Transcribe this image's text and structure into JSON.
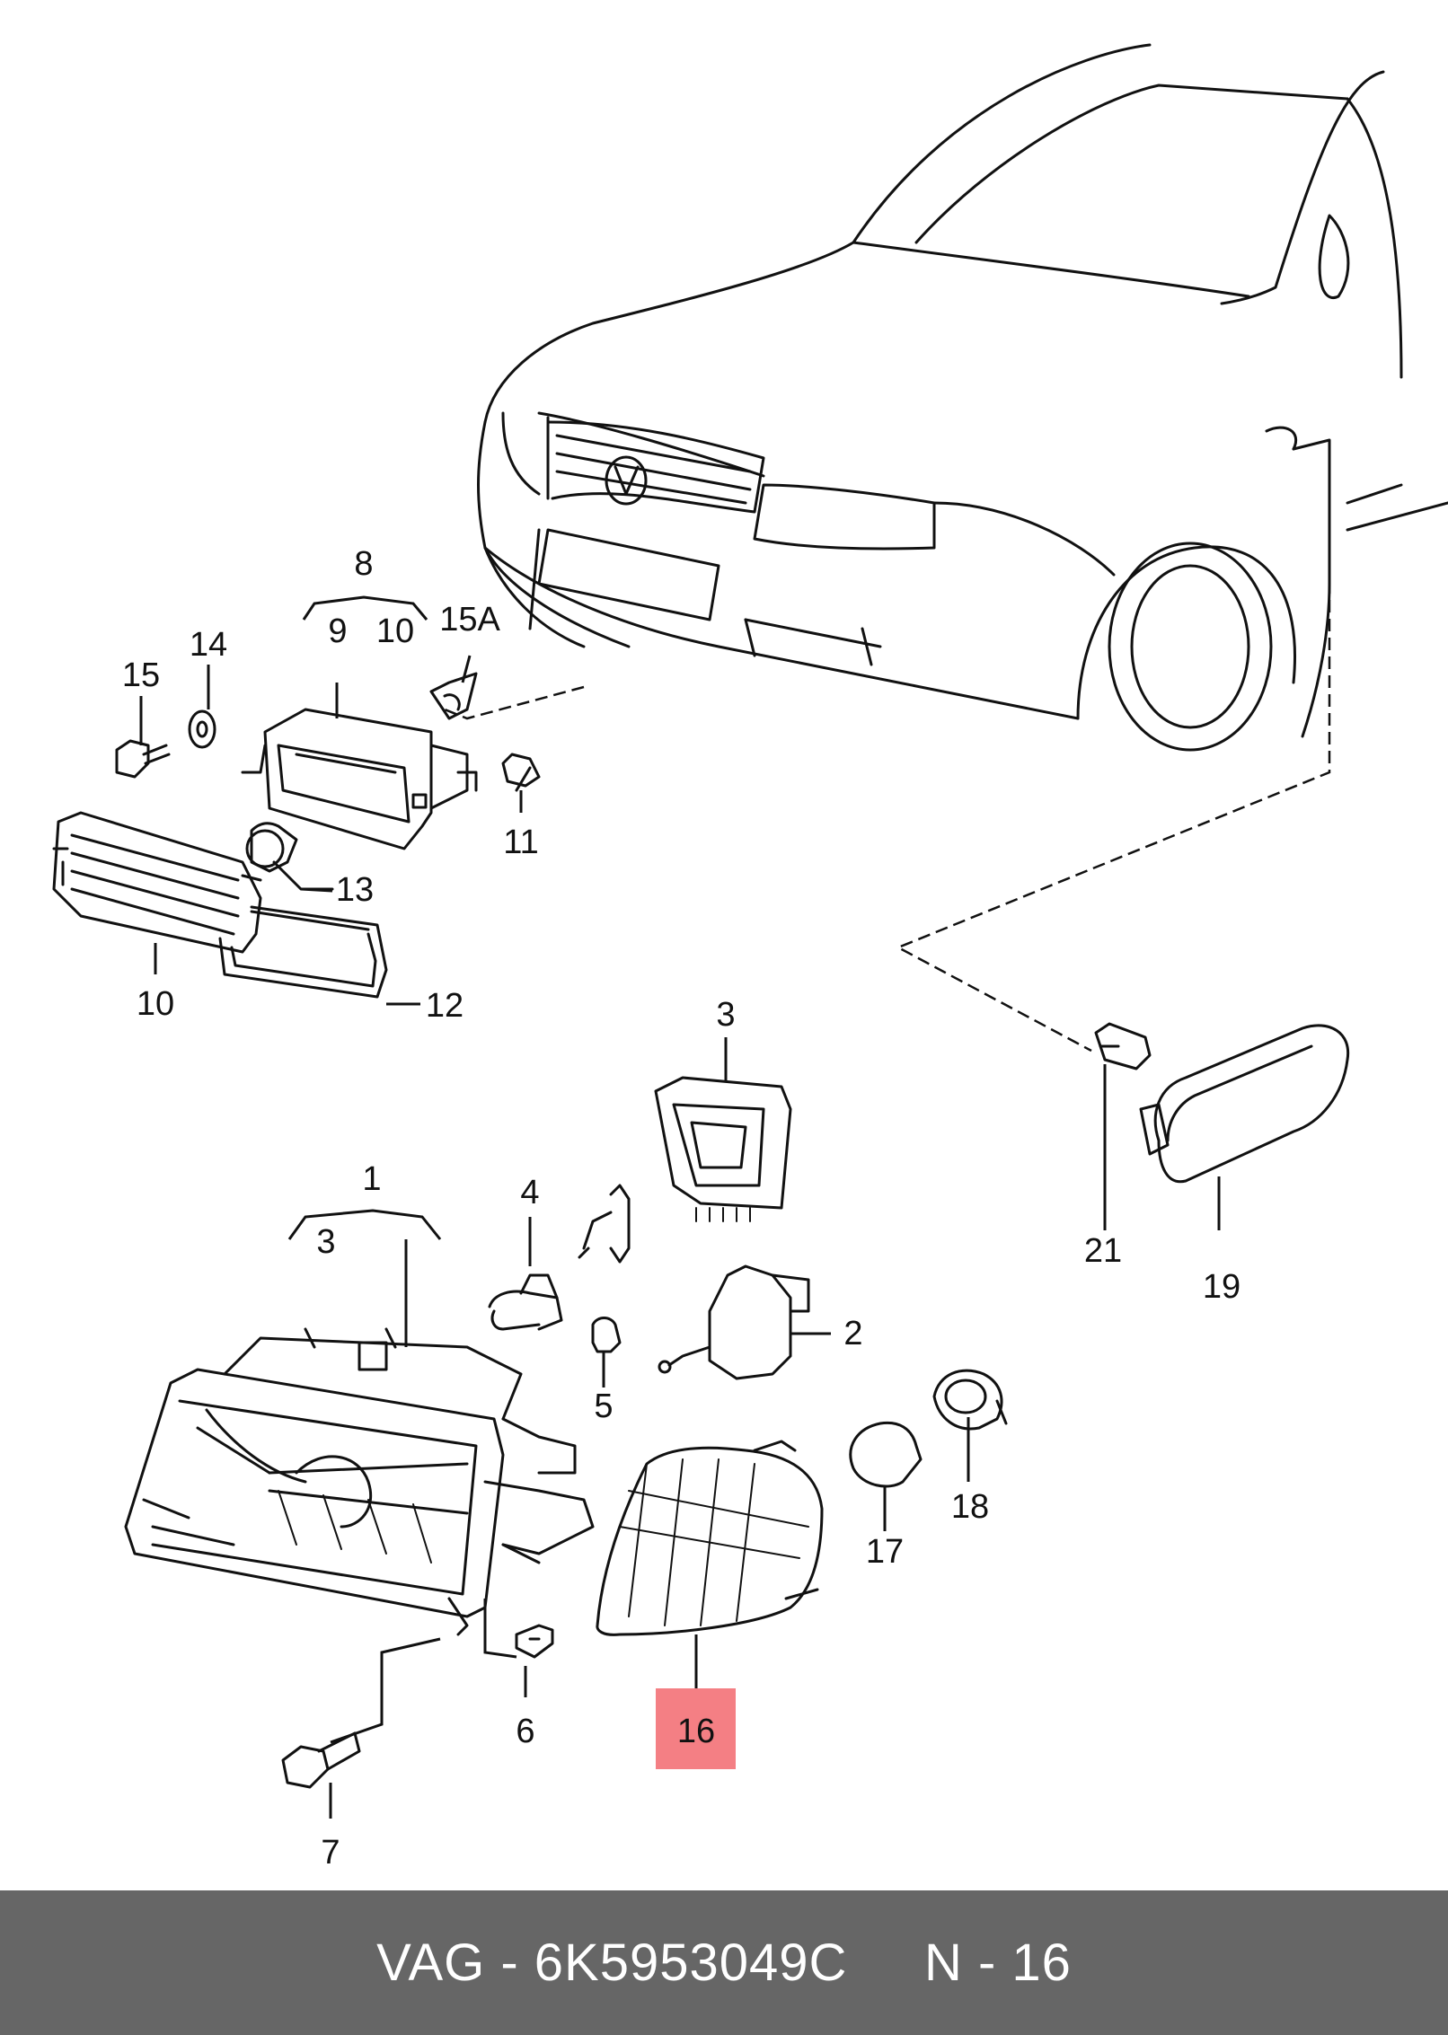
{
  "highlight_color": "#f47f84",
  "footer_bg": "#666666",
  "callouts": {
    "c1": "1",
    "c2": "2",
    "c3a": "3",
    "c3b": "3",
    "c4": "4",
    "c5": "5",
    "c6": "6",
    "c7": "7",
    "c8": "8",
    "c9": "9",
    "c10a": "10",
    "c10b": "10",
    "c11": "11",
    "c12": "12",
    "c13": "13",
    "c14": "14",
    "c15": "15",
    "c15a": "15A",
    "c16": "16",
    "c17": "17",
    "c18": "18",
    "c19": "19",
    "c21": "21"
  },
  "footer": {
    "text": "VAG - 6K5953049C     N - 16"
  }
}
